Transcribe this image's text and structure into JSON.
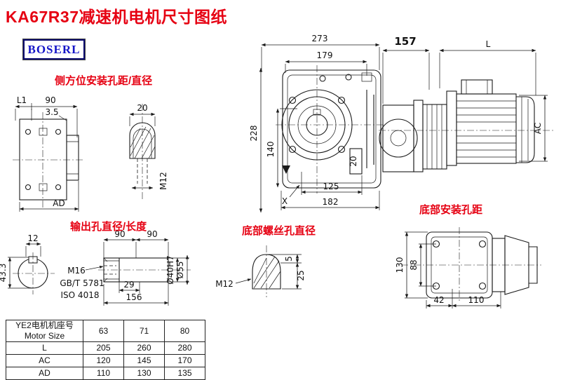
{
  "page": {
    "title": "KA67R37减速机电机尺寸图纸",
    "logo": "BOSERL"
  },
  "labels": {
    "side_mount_holes": "侧方位安装孔距/直径",
    "output_hole": "输出孔直径/长度",
    "bottom_screw_hole": "底部螺丝孔直径",
    "bottom_mount_holes": "底部安装孔距"
  },
  "side_view": {
    "dim_l1": "L1",
    "dim_90": "90",
    "dim_3_5": "3.5",
    "dim_ad": "AD"
  },
  "side_mount_detail": {
    "dim_20": "20",
    "dim_m12": "M12"
  },
  "main_view": {
    "dim_273": "273",
    "dim_179": "179",
    "dim_228": "228",
    "dim_140": "140",
    "dim_20": "20",
    "dim_125": "125",
    "dim_182": "182",
    "dim_x": "X"
  },
  "motor_view": {
    "dim_157": "157",
    "dim_l": "L",
    "dim_ac": "AC"
  },
  "shaft_view": {
    "dim_12": "12",
    "dim_43_3": "43.3",
    "dim_m16": "M16",
    "std_gbt": "GB/T 5781",
    "std_iso": "ISO 4018",
    "dim_90a": "90",
    "dim_90b": "90",
    "dim_29": "29",
    "dim_156": "156",
    "dim_d40": "Ø40H7",
    "dim_d55": "Ø55"
  },
  "bottom_screw_detail": {
    "dim_m12": "M12",
    "dim_5": "5",
    "dim_25": "25"
  },
  "bottom_mount_view": {
    "dim_130": "130",
    "dim_88": "88",
    "dim_42": "42",
    "dim_110": "110"
  },
  "table": {
    "row_header_line1": "YE2电机机座号",
    "row_header_line2": "Motor Size",
    "sizes": [
      "63",
      "71",
      "80"
    ],
    "rows": [
      {
        "name": "L",
        "values": [
          "205",
          "260",
          "280"
        ]
      },
      {
        "name": "AC",
        "values": [
          "120",
          "145",
          "170"
        ]
      },
      {
        "name": "AD",
        "values": [
          "110",
          "130",
          "135"
        ]
      }
    ]
  },
  "colors": {
    "accent_red": "#e60012",
    "logo_blue": "#1515c8",
    "line_black": "#1a1a1a"
  }
}
